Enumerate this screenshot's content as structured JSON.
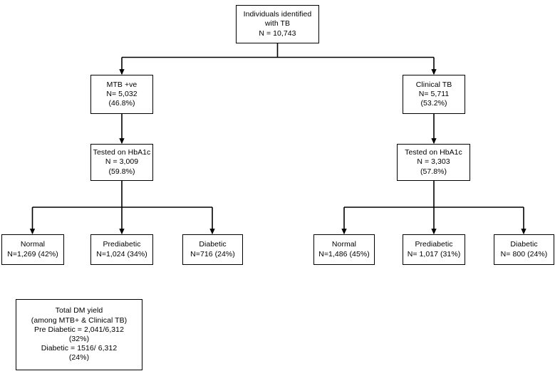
{
  "diagram": {
    "title": "TB and diabetes screening cascade flowchart",
    "line_color": "#000000",
    "box_border_color": "#000000",
    "background": "#ffffff"
  },
  "nodes": {
    "root": {
      "name": "individuals-identified-with-tb",
      "lines": [
        "Individuals identified",
        "with TB",
        "N = 10,743"
      ]
    },
    "mtb_positive": {
      "name": "mtb-positive",
      "lines": [
        "MTB +ve",
        "N= 5,032",
        "(46.8%)"
      ]
    },
    "clinical_tb": {
      "name": "clinical-tb",
      "lines": [
        "Clinical TB",
        "N= 5,711",
        "(53.2%)"
      ]
    },
    "hba1c_left": {
      "name": "tested-on-hba1c-mtb",
      "lines": [
        "Tested on HbA1c",
        "N = 3,009",
        "(59.8%)"
      ]
    },
    "hba1c_right": {
      "name": "tested-on-hba1c-clinical",
      "lines": [
        "Tested on HbA1c",
        "N = 3,303",
        "(57.8%)"
      ]
    },
    "left_normal": {
      "name": "mtb-normal",
      "lines": [
        "Normal",
        "N=1,269 (42%)"
      ]
    },
    "left_prediabetic": {
      "name": "mtb-prediabetic",
      "lines": [
        "Prediabetic",
        "N=1,024 (34%)"
      ]
    },
    "left_diabetic": {
      "name": "mtb-diabetic",
      "lines": [
        "Diabetic",
        "N=716 (24%)"
      ]
    },
    "right_normal": {
      "name": "clinical-normal",
      "lines": [
        "Normal",
        "N=1,486 (45%)"
      ]
    },
    "right_prediabetic": {
      "name": "clinical-prediabetic",
      "lines": [
        "Prediabetic",
        "N= 1,017 (31%)"
      ]
    },
    "right_diabetic": {
      "name": "clinical-diabetic",
      "lines": [
        "Diabetic",
        "N= 800 (24%)"
      ]
    },
    "summary": {
      "name": "total-dm-yield",
      "lines": [
        "Total DM yield",
        "(among MTB+ & Clinical TB)",
        "Pre Diabetic = 2,041/6,312",
        "(32%)",
        "Diabetic = 1516/ 6,312",
        "(24%)"
      ]
    }
  },
  "chart_data": {
    "type": "table",
    "title": "TB screening and HbA1c diabetes yield cascade",
    "rows": [
      {
        "step": "Individuals identified with TB",
        "n": 10743,
        "percent": null
      },
      {
        "step": "MTB +ve",
        "n": 5032,
        "percent": 46.8
      },
      {
        "step": "Clinical TB",
        "n": 5711,
        "percent": 53.2
      },
      {
        "step": "MTB +ve tested on HbA1c",
        "n": 3009,
        "percent": 59.8
      },
      {
        "step": "Clinical TB tested on HbA1c",
        "n": 3303,
        "percent": 57.8
      },
      {
        "step": "MTB +ve Normal",
        "n": 1269,
        "percent": 42
      },
      {
        "step": "MTB +ve Prediabetic",
        "n": 1024,
        "percent": 34
      },
      {
        "step": "MTB +ve Diabetic",
        "n": 716,
        "percent": 24
      },
      {
        "step": "Clinical TB Normal",
        "n": 1486,
        "percent": 45
      },
      {
        "step": "Clinical TB Prediabetic",
        "n": 1017,
        "percent": 31
      },
      {
        "step": "Clinical TB Diabetic",
        "n": 800,
        "percent": 24
      },
      {
        "step": "Total Pre Diabetic yield",
        "n": 2041,
        "denominator": 6312,
        "percent": 32
      },
      {
        "step": "Total Diabetic yield",
        "n": 1516,
        "denominator": 6312,
        "percent": 24
      }
    ]
  }
}
